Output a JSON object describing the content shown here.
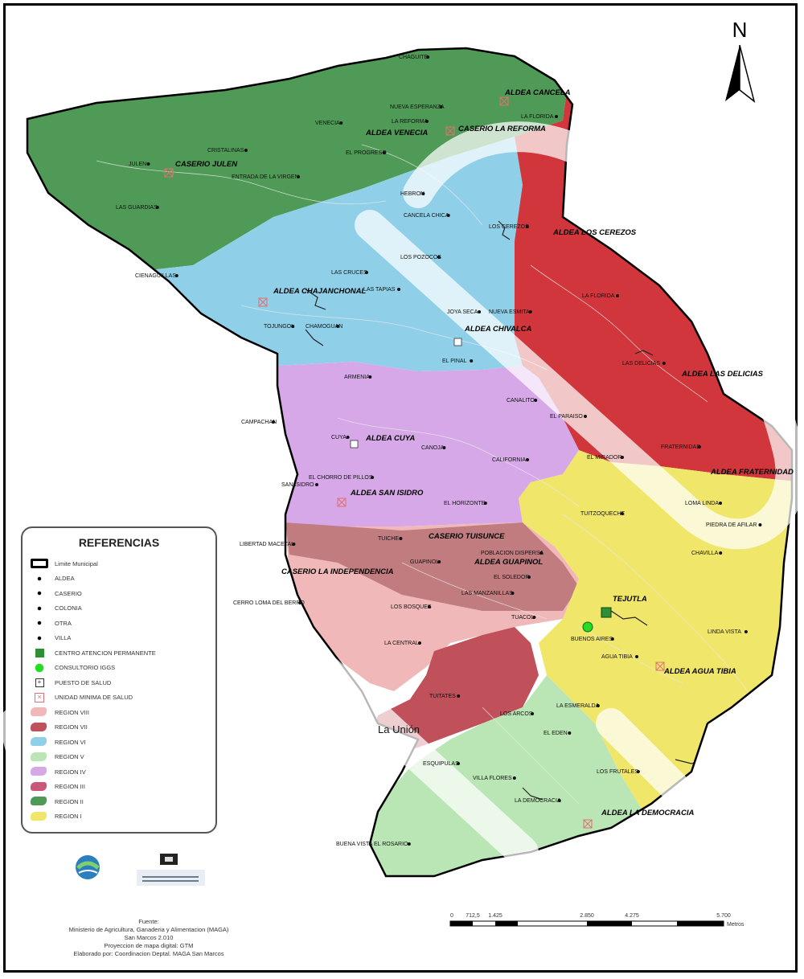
{
  "north_label": "N",
  "legend": {
    "title": "REFERENCIAS",
    "items": [
      {
        "label": "Limite Municipal",
        "kind": "outline"
      },
      {
        "label": "ALDEA",
        "kind": "dot"
      },
      {
        "label": "CASERIO",
        "kind": "dot"
      },
      {
        "label": "COLONIA",
        "kind": "dot"
      },
      {
        "label": "OTRA",
        "kind": "dot"
      },
      {
        "label": "VILLA",
        "kind": "dot"
      },
      {
        "label": "CENTRO ATENCION PERMANENTE",
        "kind": "green-square"
      },
      {
        "label": "CONSULTORIO IGGS",
        "kind": "green-circle"
      },
      {
        "label": "PUESTO DE SALUD",
        "kind": "plus-square"
      },
      {
        "label": "UNIDAD MINIMA DE SALUD",
        "kind": "x-square"
      },
      {
        "label": "REGION VIII",
        "kind": "region",
        "color": "#f0b8b8"
      },
      {
        "label": "REGION VII",
        "kind": "region",
        "color": "#c0505a"
      },
      {
        "label": "REGION VI",
        "kind": "region",
        "color": "#8fd0e8"
      },
      {
        "label": "REGION V",
        "kind": "region",
        "color": "#b9e6b4"
      },
      {
        "label": "REGION IV",
        "kind": "region",
        "color": "#d6a8e8"
      },
      {
        "label": "REGION III",
        "kind": "region",
        "color": "#c95878"
      },
      {
        "label": "REGION II",
        "kind": "region",
        "color": "#4f9a56"
      },
      {
        "label": "REGION I",
        "kind": "region",
        "color": "#f0e66a"
      }
    ]
  },
  "source": [
    "Fuente:",
    "Ministerio de Agricultura, Ganaderia y Alimentacion (MAGA)",
    "San Marcos 2.010",
    "Proyeccion de mapa digital: GTM",
    "Elaborado por: Coordinacion Deptal. MAGA San Marcos"
  ],
  "scale": {
    "ticks": [
      "0",
      "712,5",
      "1.425",
      "2.850",
      "4.275",
      "5.700"
    ],
    "unit": "Metros"
  },
  "regions": [
    {
      "name": "region-ii",
      "color": "#4f9a56"
    },
    {
      "name": "region-vi",
      "color": "#8fd0e8"
    },
    {
      "name": "region-vii",
      "color": "#d0363c"
    },
    {
      "name": "region-iv",
      "color": "#d6a8e8"
    },
    {
      "name": "region-viii",
      "color": "#f0b8b8"
    },
    {
      "name": "region-iii",
      "color": "#c0505a"
    },
    {
      "name": "region-v",
      "color": "#b9e6b4"
    },
    {
      "name": "region-i",
      "color": "#f0e66a"
    }
  ],
  "aldea_labels": [
    "ALDEA CANCELA",
    "ALDEA VENECIA",
    "CASERIO LA REFORMA",
    "CASERIO JULEN",
    "ALDEA LOS CEREZOS",
    "ALDEA CHAJANCHONAL",
    "ALDEA CHIVALCA",
    "ALDEA LAS DELICIAS",
    "ALDEA CUYA",
    "ALDEA SAN ISIDRO",
    "ALDEA FRATERNIDAD",
    "CASERIO TUISUNCE",
    "CASERIO LA INDEPENDENCIA",
    "ALDEA GUAPINOL",
    "TEJUTLA",
    "ALDEA AGUA TIBIA",
    "ALDEA LA DEMOCRACIA"
  ],
  "place_labels": [
    "CHAGUITE",
    "NUEVA ESPERANZA",
    "LA REFORMA",
    "LA FLORIDA",
    "VENECIA",
    "CRISTALINAS",
    "JULEN",
    "EL PROGRESO",
    "ENTRADA DE LA VIRGEN",
    "LAS GUARDIAS",
    "HEBRON",
    "CANCELA CHICA",
    "LOS CEREZOS",
    "LOS POZOCOS",
    "CIENAGUILLAS",
    "LAS CRUCES",
    "LAS TAPIAS",
    "JOYA SECA",
    "NUEVA ESMITA",
    "TOJUNGOL",
    "CHAMOGUAN",
    "LA FLORIDA",
    "LAS DELICIAS",
    "EL PINAL",
    "ARMENIA",
    "CANALITO",
    "EL PARAISO",
    "CAMPACHAN",
    "CUYA",
    "CANOJA",
    "CALIFORNIA",
    "EL MIRADOR",
    "FRATERNIDAD",
    "EL CHORRO DE PILLOS",
    "SAN ISIDRO",
    "EL HORIZONTE",
    "TUITZOQUECHE",
    "LOMA LINDA",
    "PIEDRA DE AFILAR",
    "CHAVILLA",
    "TUICHE",
    "LIBERTAD MACETAL",
    "POBLACION DISPERSA",
    "GUAPINOL",
    "EL SOLEDOR",
    "LAS MANZANILLAS",
    "CERRO LOMA DEL BERRO",
    "LOS BOSQUES",
    "TUACOL",
    "BUENOS AIRES",
    "LINDA VISTA",
    "LA CENTRAL",
    "AGUA TIBIA",
    "TUITATES",
    "LOS ARCOS",
    "LA ESMERALDA",
    "EL EDEN",
    "ESQUIPULAS",
    "VILLA FLORES",
    "LOS FRUTALES",
    "LA DEMOCRACIA",
    "BUENA VISTA EL ROSARIO"
  ],
  "special_label": "La Unión",
  "health": {
    "cap_color": "#2f8f34",
    "iggs_color": "#22dd22"
  }
}
